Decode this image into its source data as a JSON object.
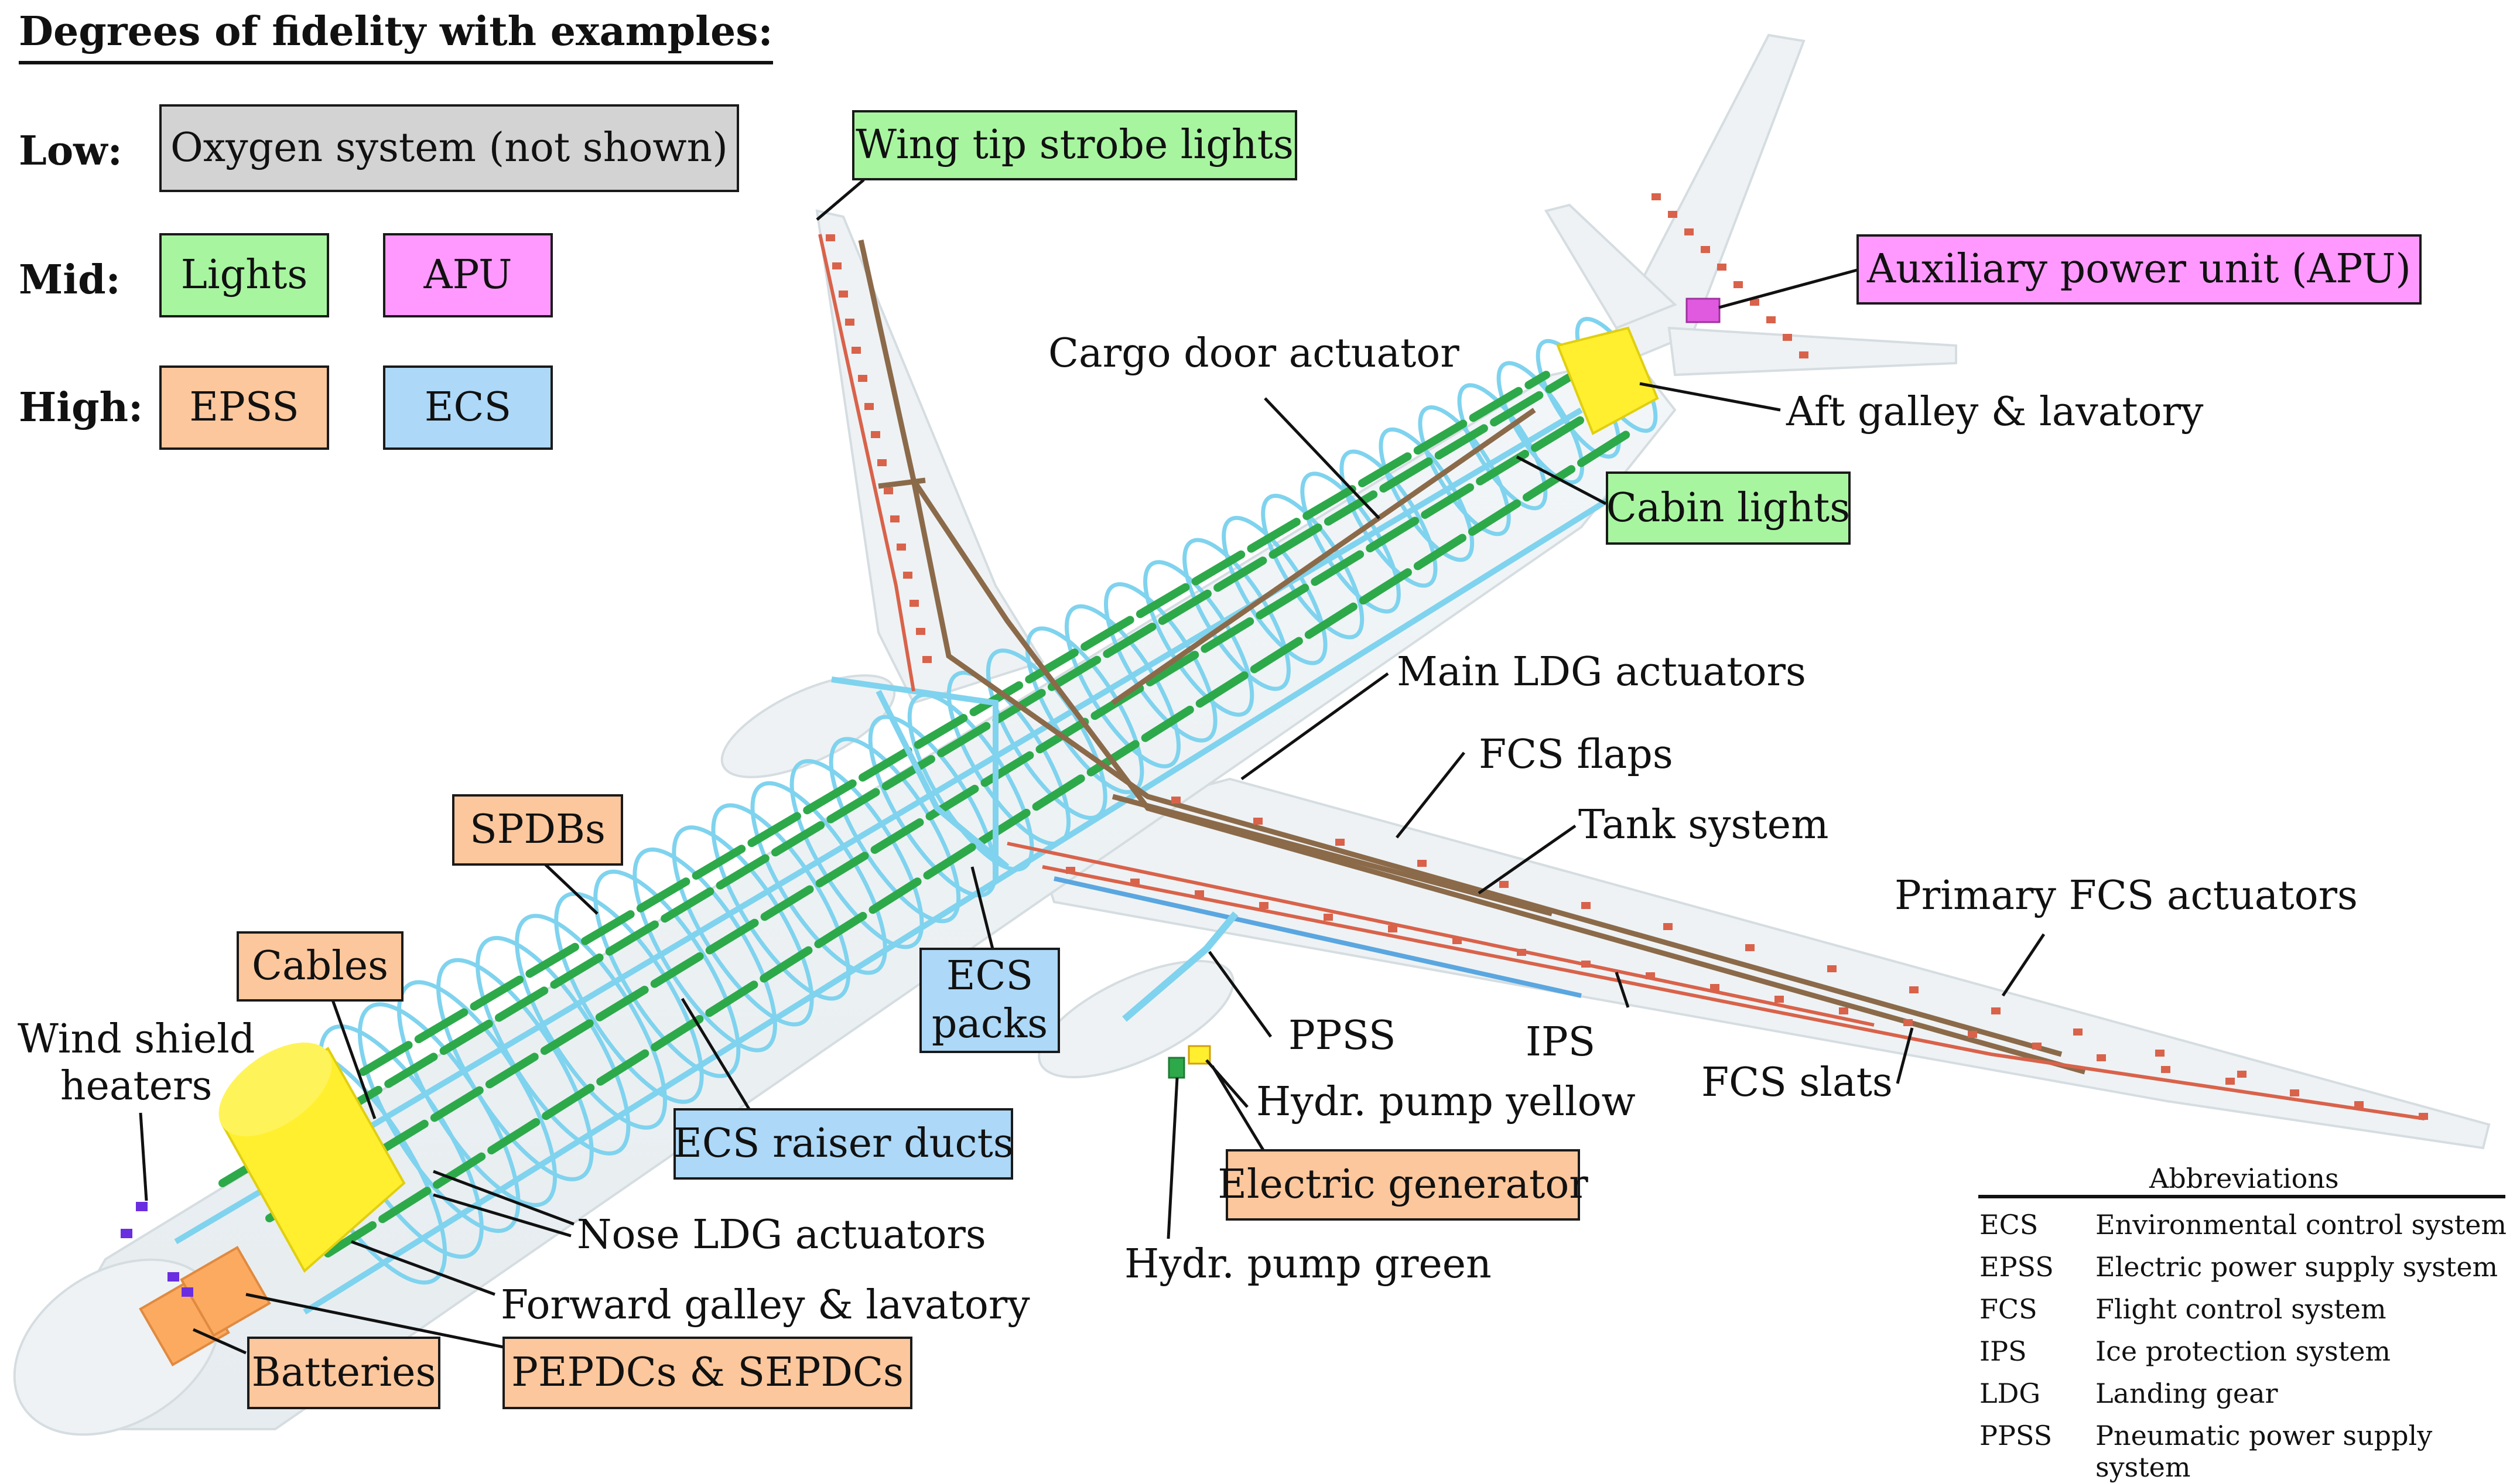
{
  "legend": {
    "heading": "Degrees of fidelity with examples:",
    "levels": [
      {
        "label": "Low:",
        "examples": [
          {
            "text": "Oxygen system (not shown)",
            "category": "gray"
          }
        ]
      },
      {
        "label": "Mid:",
        "examples": [
          {
            "text": "Lights",
            "category": "green"
          },
          {
            "text": "APU",
            "category": "magenta"
          }
        ]
      },
      {
        "label": "High:",
        "examples": [
          {
            "text": "EPSS",
            "category": "orange"
          },
          {
            "text": "ECS",
            "category": "blue"
          }
        ]
      }
    ]
  },
  "colors": {
    "gray": "#d3d3d3",
    "green": "#a8f5a0",
    "magenta": "#ff99ff",
    "orange": "#fcc79c",
    "blue": "#add8f7",
    "duct": "#7fd3ee",
    "cable": "#2da94a",
    "pipe": "#8b6a4a",
    "actuator": "#d9624a",
    "galley": "#ffef2e"
  },
  "labels": {
    "wing_tip_strobe_lights": "Wing tip strobe lights",
    "apu": "Auxiliary power unit (APU)",
    "cargo_door_actuator": "Cargo door actuator",
    "aft_galley": "Aft galley & lavatory",
    "cabin_lights": "Cabin lights",
    "main_ldg": "Main LDG actuators",
    "fcs_flaps": "FCS flaps",
    "tank_system": "Tank system",
    "primary_fcs": "Primary FCS actuators",
    "spdbs": "SPDBs",
    "cables": "Cables",
    "wind_shield_heaters": "Wind shield\nheaters",
    "ecs_packs": "ECS\npacks",
    "ppss": "PPSS",
    "ips": "IPS",
    "fcs_slats": "FCS slats",
    "hydr_pump_yellow": "Hydr. pump yellow",
    "ecs_raiser_ducts": "ECS raiser ducts",
    "electric_generator": "Electric generator",
    "nose_ldg": "Nose LDG actuators",
    "forward_galley": "Forward galley & lavatory",
    "hydr_pump_green": "Hydr. pump green",
    "batteries": "Batteries",
    "pepdcs": "PEPDCs & SEPDCs"
  },
  "abbreviations": {
    "title": "Abbreviations",
    "items": [
      {
        "code": "ECS",
        "desc": "Environmental control system"
      },
      {
        "code": "EPSS",
        "desc": "Electric power supply system"
      },
      {
        "code": "FCS",
        "desc": "Flight control system"
      },
      {
        "code": "IPS",
        "desc": "Ice protection system"
      },
      {
        "code": "LDG",
        "desc": "Landing gear"
      },
      {
        "code": "PPSS",
        "desc": "Pneumatic power supply system"
      }
    ]
  }
}
